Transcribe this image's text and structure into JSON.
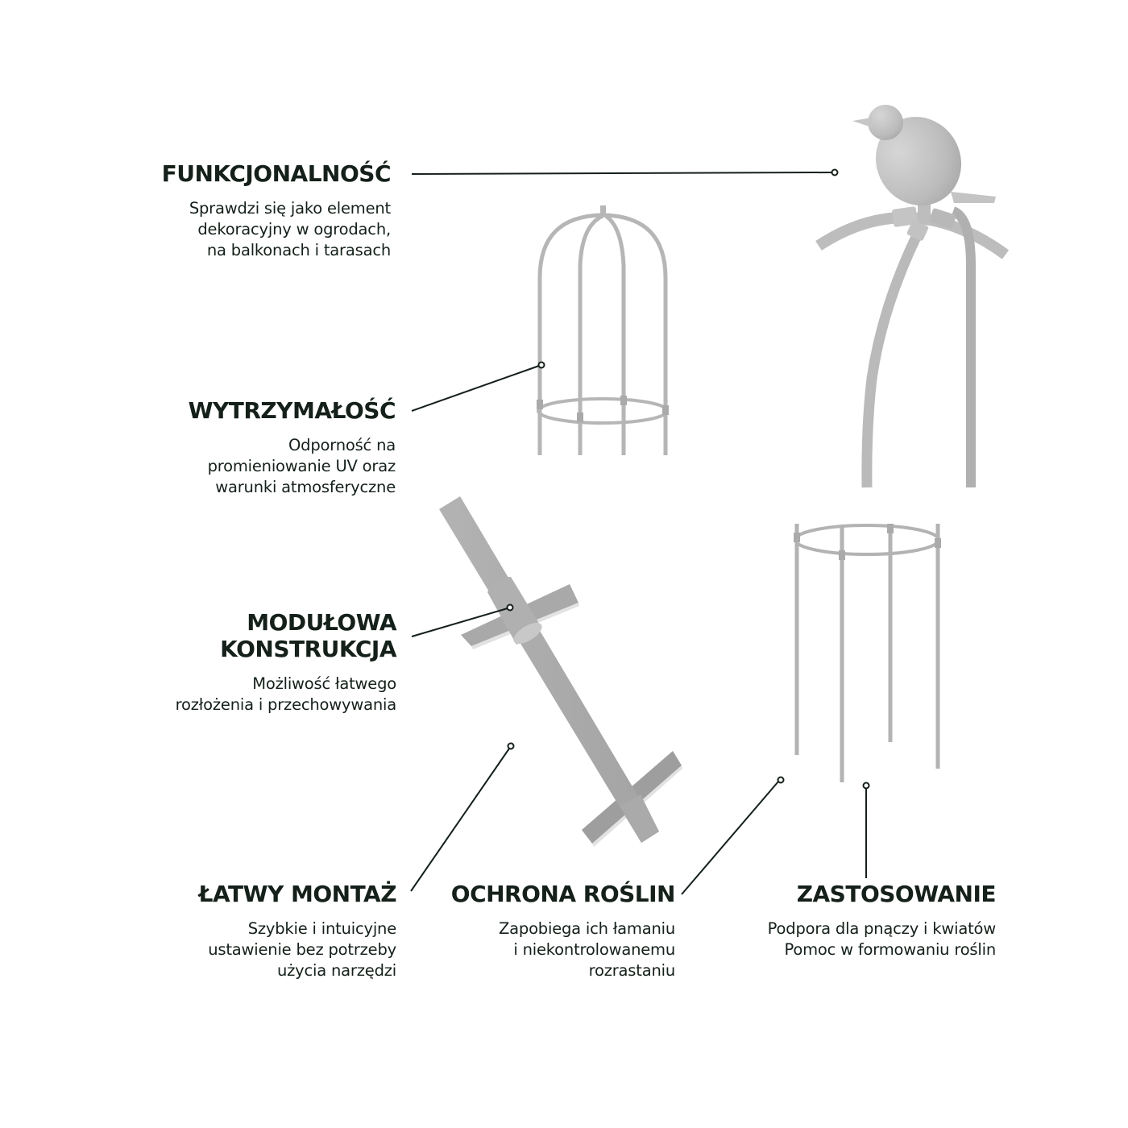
{
  "theme": {
    "text_color": "#142019",
    "line_color": "#142019",
    "product_color": "#b3b3b3",
    "product_shade": "#9e9e9e",
    "background": "#ffffff"
  },
  "features": [
    {
      "id": "funkcjonalnosc",
      "title": "FUNKCJONALNOŚĆ",
      "description": [
        "Sprawdzi się jako element",
        "dekoracyjny w ogrodach,",
        "na balkonach i tarasach"
      ]
    },
    {
      "id": "wytrzymalosc",
      "title": "WYTRZYMAŁOŚĆ",
      "description": [
        "Odporność na",
        "promieniowanie UV oraz",
        "warunki atmosferyczne"
      ]
    },
    {
      "id": "modulowa-konstrukcja",
      "title": [
        "MODUŁOWA",
        "KONSTRUKCJA"
      ],
      "description": [
        "Możliwość łatwego",
        "rozłożenia i przechowywania"
      ]
    },
    {
      "id": "latwy-montaz",
      "title": "ŁATWY MONTAŻ",
      "description": [
        "Szybkie i intuicyjne",
        "ustawienie bez potrzeby",
        "użycia narzędzi"
      ]
    },
    {
      "id": "ochrona-roslin",
      "title": "OCHRONA ROŚLIN",
      "description": [
        "Zapobiega ich łamaniu",
        "i niekontrolowanemu",
        "rozrastaniu"
      ]
    },
    {
      "id": "zastosowanie",
      "title": "ZASTOSOWANIE",
      "description": [
        "Podpora dla pnączy i kwiatów",
        "Pomoc w formowaniu roślin"
      ]
    }
  ],
  "illustrations": [
    {
      "id": "bird-topper",
      "label": "decorative bird finial on arched frame"
    },
    {
      "id": "dome-cage",
      "label": "dome-shaped trellis top with ring"
    },
    {
      "id": "ground-stake",
      "label": "ground stake with crossbars and connector sleeve"
    },
    {
      "id": "ring-base",
      "label": "ring support with four legs"
    }
  ]
}
